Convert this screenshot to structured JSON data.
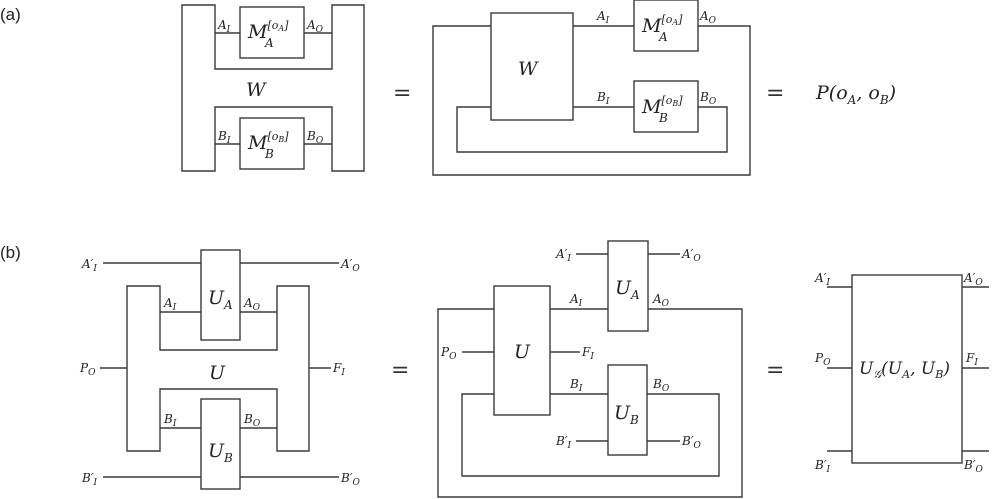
{
  "panels": {
    "a": "(a)",
    "b": "(b)"
  },
  "equals": "=",
  "colors": {
    "stroke": "#3a3a3a",
    "text": "#222222",
    "background": "#ffffff"
  },
  "a_left": {
    "W": "W",
    "MA": {
      "base": "M",
      "sub": "A",
      "sup_open": "[o",
      "sup_sub": "A",
      "sup_close": "]"
    },
    "MB": {
      "base": "M",
      "sub": "B",
      "sup_open": "[o",
      "sup_sub": "B",
      "sup_close": "]"
    },
    "wires": [
      {
        "base": "A",
        "sub": "I"
      },
      {
        "base": "A",
        "sub": "O"
      },
      {
        "base": "B",
        "sub": "I"
      },
      {
        "base": "B",
        "sub": "O"
      }
    ]
  },
  "a_right": {
    "W": "W",
    "MA": {
      "base": "M",
      "sub": "A",
      "sup_open": "[o",
      "sup_sub": "A",
      "sup_close": "]"
    },
    "MB": {
      "base": "M",
      "sub": "B",
      "sup_open": "[o",
      "sup_sub": "B",
      "sup_close": "]"
    },
    "wires": [
      {
        "base": "A",
        "sub": "I"
      },
      {
        "base": "A",
        "sub": "O"
      },
      {
        "base": "B",
        "sub": "I"
      },
      {
        "base": "B",
        "sub": "O"
      }
    ]
  },
  "a_result": {
    "p": "P(o",
    "s1": "A",
    "mid": ", o",
    "s2": "B",
    "end": ")"
  },
  "b_left": {
    "boxes": [
      {
        "base": "U",
        "sub": "A"
      },
      {
        "base": "U",
        "sub": ""
      },
      {
        "base": "U",
        "sub": "B"
      }
    ],
    "wires": [
      {
        "base": "A′",
        "sub": "I"
      },
      {
        "base": "A′",
        "sub": "O"
      },
      {
        "base": "A",
        "sub": "I"
      },
      {
        "base": "A",
        "sub": "O"
      },
      {
        "base": "P",
        "sub": "O"
      },
      {
        "base": "F",
        "sub": "I"
      },
      {
        "base": "B",
        "sub": "I"
      },
      {
        "base": "B",
        "sub": "O"
      },
      {
        "base": "B′",
        "sub": "I"
      },
      {
        "base": "B′",
        "sub": "O"
      }
    ]
  },
  "b_right": {
    "boxes": [
      {
        "base": "U",
        "sub": "A"
      },
      {
        "base": "U",
        "sub": ""
      },
      {
        "base": "U",
        "sub": "B"
      }
    ],
    "wires": [
      {
        "base": "A′",
        "sub": "I"
      },
      {
        "base": "A′",
        "sub": "O"
      },
      {
        "base": "A",
        "sub": "I"
      },
      {
        "base": "A",
        "sub": "O"
      },
      {
        "base": "P",
        "sub": "O"
      },
      {
        "base": "F",
        "sub": "I"
      },
      {
        "base": "B",
        "sub": "I"
      },
      {
        "base": "B",
        "sub": "O"
      },
      {
        "base": "B′",
        "sub": "I"
      },
      {
        "base": "B′",
        "sub": "O"
      }
    ]
  },
  "b_result": {
    "box": {
      "u": "U",
      "g": "𝒢",
      "open": "(U",
      "s1": "A",
      "mid": ", U",
      "s2": "B",
      "close": ")"
    },
    "wires": [
      {
        "base": "A′",
        "sub": "I"
      },
      {
        "base": "A′",
        "sub": "O"
      },
      {
        "base": "P",
        "sub": "O"
      },
      {
        "base": "F",
        "sub": "I"
      },
      {
        "base": "B′",
        "sub": "I"
      },
      {
        "base": "B′",
        "sub": "O"
      }
    ]
  }
}
